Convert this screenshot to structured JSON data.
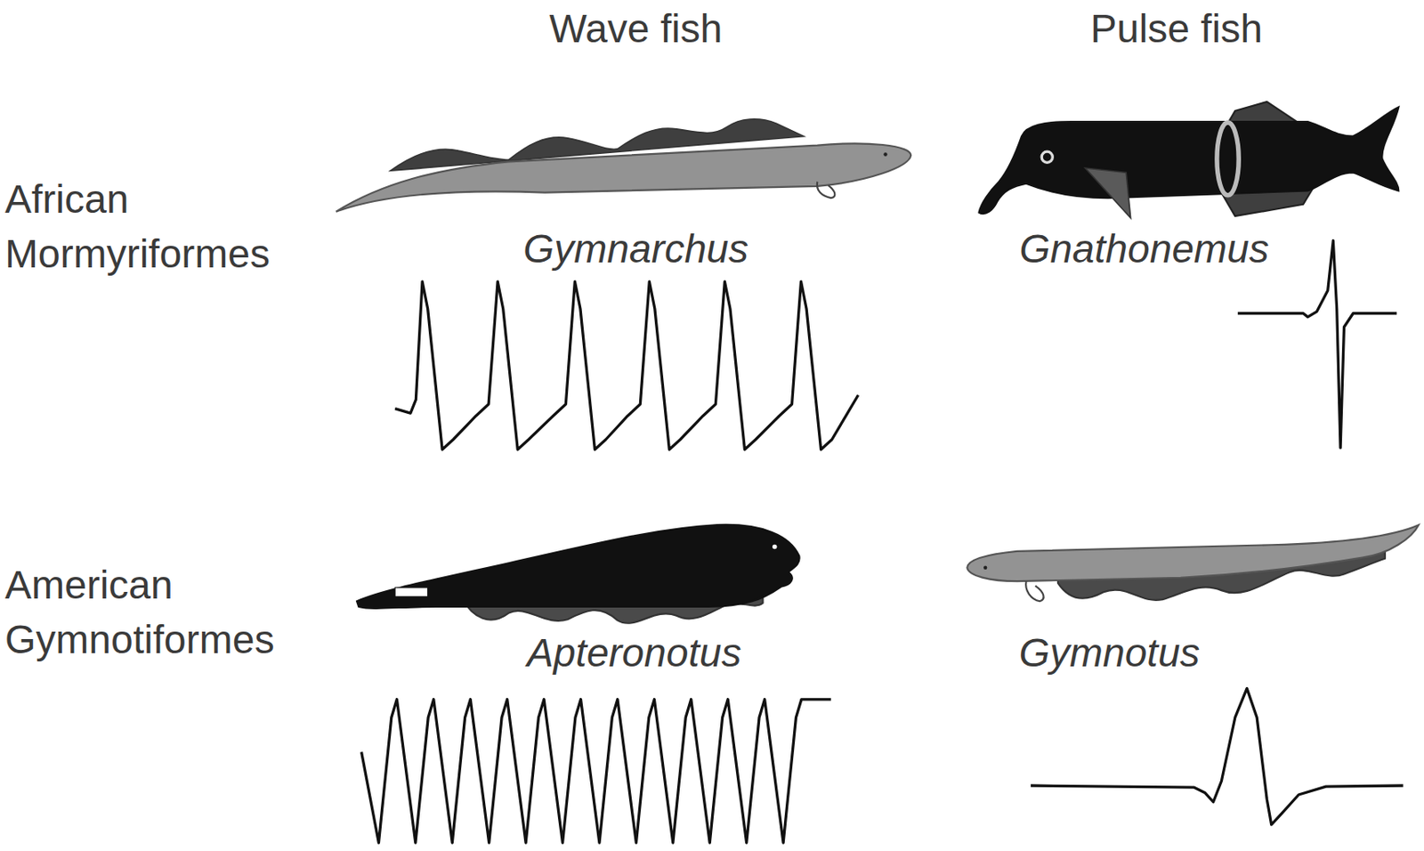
{
  "diagram": {
    "labels": [
      "Wave fish",
      "Pulse fish",
      "African Mormyriformes",
      "American Gymnotiformes",
      "Gymnarchus",
      "Gnathonemus",
      "Apteronotus",
      "Gymnotus"
    ]
  }
}
